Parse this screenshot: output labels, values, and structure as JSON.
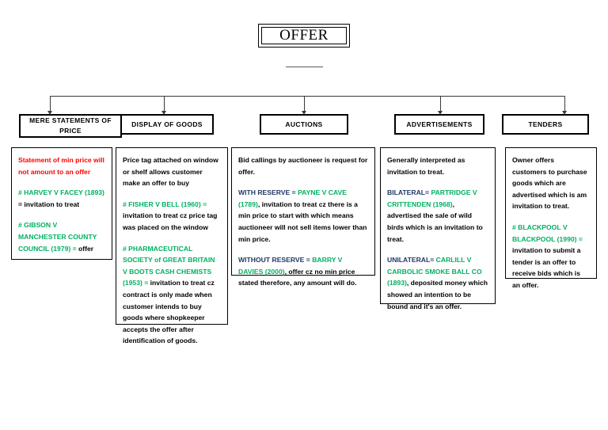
{
  "diagram": {
    "root": {
      "label": "OFFER"
    },
    "branches": [
      {
        "header": "MERE STATEMENTS OF PRICE"
      },
      {
        "header": "DISPLAY OF GOODS"
      },
      {
        "header": "AUCTIONS"
      },
      {
        "header": "ADVERTISEMENTS"
      },
      {
        "header": "TENDERS"
      }
    ],
    "colors": {
      "red": "#FF0000",
      "green": "#00B061",
      "blue": "#1F3864",
      "black": "#000000"
    },
    "cards": {
      "mere_statements": {
        "p1": "Statement of min price will not amount to an offer",
        "p2_case": "# HARVEY V FACEY (1893)",
        "p2_text": " = invitation to treat",
        "p3_case": "# GIBSON V MANCHESTER COUNTY COUNCIL (1979) =",
        "p3_text": " offer"
      },
      "display_of_goods": {
        "p1": "Price tag attached on window or shelf allows customer make an offer to buy",
        "p2_case": "# FISHER V BELL (1960) =",
        "p2_text": " invitation to treat cz price tag was placed on the window",
        "p3_case": "# PHARMACEUTICAL SOCIETY of GREAT BRITAIN V BOOTS CASH CHEMISTS (1953) =",
        "p3_text": " invitation to treat cz contract is only made when customer intends to buy goods where shopkeeper accepts the offer after identification of goods."
      },
      "auctions": {
        "p1": "Bid callings by auctioneer is request for offer.",
        "p2_label": "WITH RESERVE = ",
        "p2_case": "PAYNE V CAVE (1789)",
        "p2_text": ", invitation to treat cz there is a min price to start with which means auctioneer will not sell items lower than min price.",
        "p3_label": "WITHOUT RESERVE = ",
        "p3_case": "BARRY V DAVIES (2000)",
        "p3_text": ", offer cz no min price stated therefore, any amount will do."
      },
      "advertisements": {
        "p1": "Generally interpreted as invitation to treat.",
        "p2_label": "BILATERAL= ",
        "p2_case": "PARTRIDGE V CRITTENDEN (1968)",
        "p2_text": ", advertised the sale of wild birds which is an invitation to treat.",
        "p3_label": "UNILATERAL= ",
        "p3_case": "CARLILL V CARBOLIC SMOKE BALL CO (1893)",
        "p3_text": ", deposited money which showed an intention to be bound and it's an offer."
      },
      "tenders": {
        "p1": "Owner offers customers to purchase goods which are advertised which is am invitation to treat.",
        "p2_case": "# BLACKPOOL V BLACKPOOL (1990) =",
        "p2_text": " invitation to submit a tender is an offer to receive bids which is an offer."
      }
    }
  }
}
